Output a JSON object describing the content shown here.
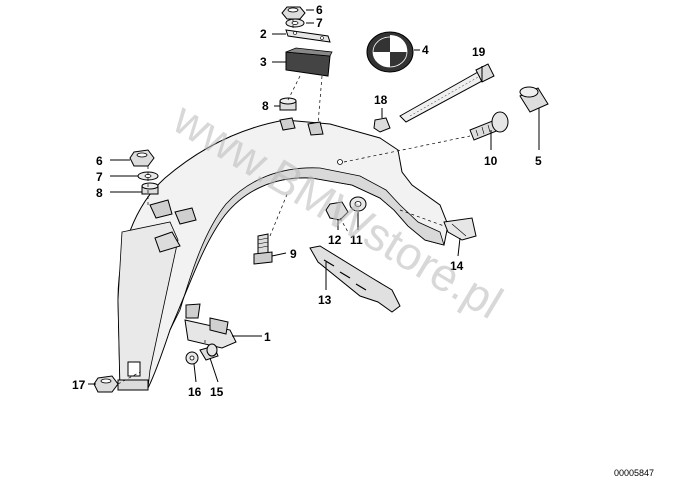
{
  "watermark": "www.BMWstore.pl",
  "document_id": "00005847",
  "callouts": [
    {
      "label": "1"
    },
    {
      "label": "2"
    },
    {
      "label": "3"
    },
    {
      "label": "4"
    },
    {
      "label": "5"
    },
    {
      "label": "6"
    },
    {
      "label": "6"
    },
    {
      "label": "7"
    },
    {
      "label": "7"
    },
    {
      "label": "8"
    },
    {
      "label": "8"
    },
    {
      "label": "9"
    },
    {
      "label": "10"
    },
    {
      "label": "11"
    },
    {
      "label": "12"
    },
    {
      "label": "13"
    },
    {
      "label": "14"
    },
    {
      "label": "15"
    },
    {
      "label": "16"
    },
    {
      "label": "17"
    },
    {
      "label": "18"
    },
    {
      "label": "19"
    }
  ]
}
